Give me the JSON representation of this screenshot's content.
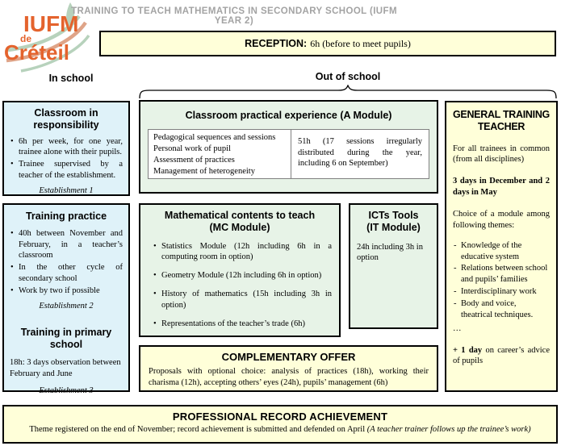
{
  "header": {
    "title": "TRAINING TO TEACH MATHEMATICS IN SECONDARY SCHOOL (IUFM YEAR 2)",
    "logo": {
      "line1": "IUFM",
      "line2": "de",
      "line3": "Créteil"
    },
    "reception_label": "RECEPTION:",
    "reception_text": "6h (before to meet pupils)"
  },
  "section_labels": {
    "in_school": "In school",
    "out_of_school": "Out of school"
  },
  "colors": {
    "cream": "#FFFFD9",
    "light_blue": "#DFF2F9",
    "light_green": "#E7F3E7",
    "title_gray": "#A3A3A3",
    "logo_orange": "#E4632D",
    "logo_green": "#B7D2BC",
    "logo_salmon": "#DFA488"
  },
  "in_school": {
    "box1": {
      "title": "Classroom in responsibility",
      "bullets": [
        "6h per week, for one year, trainee alone with their pupils.",
        "Trainee supervised by a teacher of the establishment."
      ],
      "footer": "Establishment 1"
    },
    "box2": {
      "title": "Training practice",
      "bullets": [
        "40h between November and February, in a teacher’s classroom",
        "In the other cycle of secondary school",
        "Work by two if possible"
      ],
      "footer": "Establishment 2",
      "title2": "Training in primary school",
      "text2": "18h: 3 days observation between February and June",
      "footer2": "Establishment 3"
    }
  },
  "out_of_school": {
    "a_module": {
      "title": "Classroom practical experience (A Module)",
      "topics": [
        "Pedagogical sequences  and sessions",
        "Personal work of  pupil",
        "Assessment  of practices",
        "Management of heterogeneity"
      ],
      "hours": "51h (17 sessions irregularly distributed during the year, including 6 on September)"
    },
    "mc_module": {
      "title_line1": "Mathematical contents to teach",
      "title_line2": "(MC Module)",
      "bullets": [
        "Statistics Module (12h including 6h in a computing room in option)",
        "Geometry Module (12h including 6h in option)",
        "History of mathematics (15h including 3h in option)",
        "Representations of the teacher’s trade (6h)"
      ]
    },
    "it_module": {
      "title_line1": "ICTs Tools",
      "title_line2": "(IT Module)",
      "text": "24h including 3h in option"
    },
    "complementary": {
      "title": "COMPLEMENTARY OFFER",
      "text": "Proposals with optional choice: analysis of practices (18h), working their charisma (12h), accepting others’ eyes (24h), pupils’ management (6h)"
    }
  },
  "general_training": {
    "title_line1": "GENERAL TRAINING",
    "title_line2": "TEACHER",
    "p1": "For all trainees in common (from all disciplines)",
    "p2": "3 days in December and 2 days in May",
    "p3": "Choice of a module among following themes:",
    "themes": [
      "Knowledge of the educative system",
      "Relations between school and pupils’ families",
      "Interdisciplinary work",
      "Body and voice, theatrical techniques."
    ],
    "ellipsis": "…",
    "p4_bold": "+ 1 day",
    "p4_rest": " on career’s advice of pupils"
  },
  "professional": {
    "title": "PROFESSIONAL RECORD ACHIEVEMENT",
    "text": "Theme registered on the end of November; record achievement is submitted and defended on April ",
    "text_italic": "(A teacher trainer follows up the trainee’s work)"
  }
}
